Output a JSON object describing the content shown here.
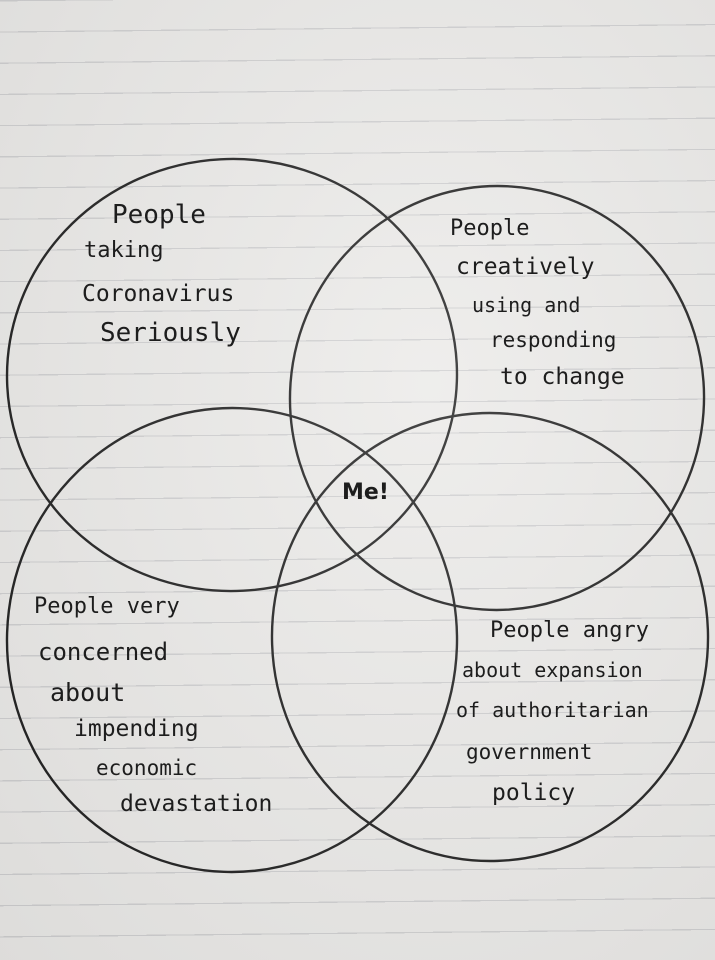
{
  "diagram": {
    "type": "venn",
    "circles": [
      {
        "id": "top-left",
        "label_lines": [
          "People",
          "taking",
          "Coronavirus",
          "Seriously"
        ]
      },
      {
        "id": "top-right",
        "label_lines": [
          "People",
          "creatively",
          "using and",
          "responding",
          "to change"
        ]
      },
      {
        "id": "bottom-left",
        "label_lines": [
          "People very",
          "concerned",
          "about",
          "impending",
          "economic",
          "devastation"
        ]
      },
      {
        "id": "bottom-right",
        "label_lines": [
          "People angry",
          "about expansion",
          "of authoritarian",
          "government",
          "policy"
        ]
      }
    ],
    "center_label": "Me!"
  },
  "colors": {
    "ink": "#1d1d1d",
    "paper": "#ebeae8",
    "rule_line": "#cfcfd0"
  }
}
